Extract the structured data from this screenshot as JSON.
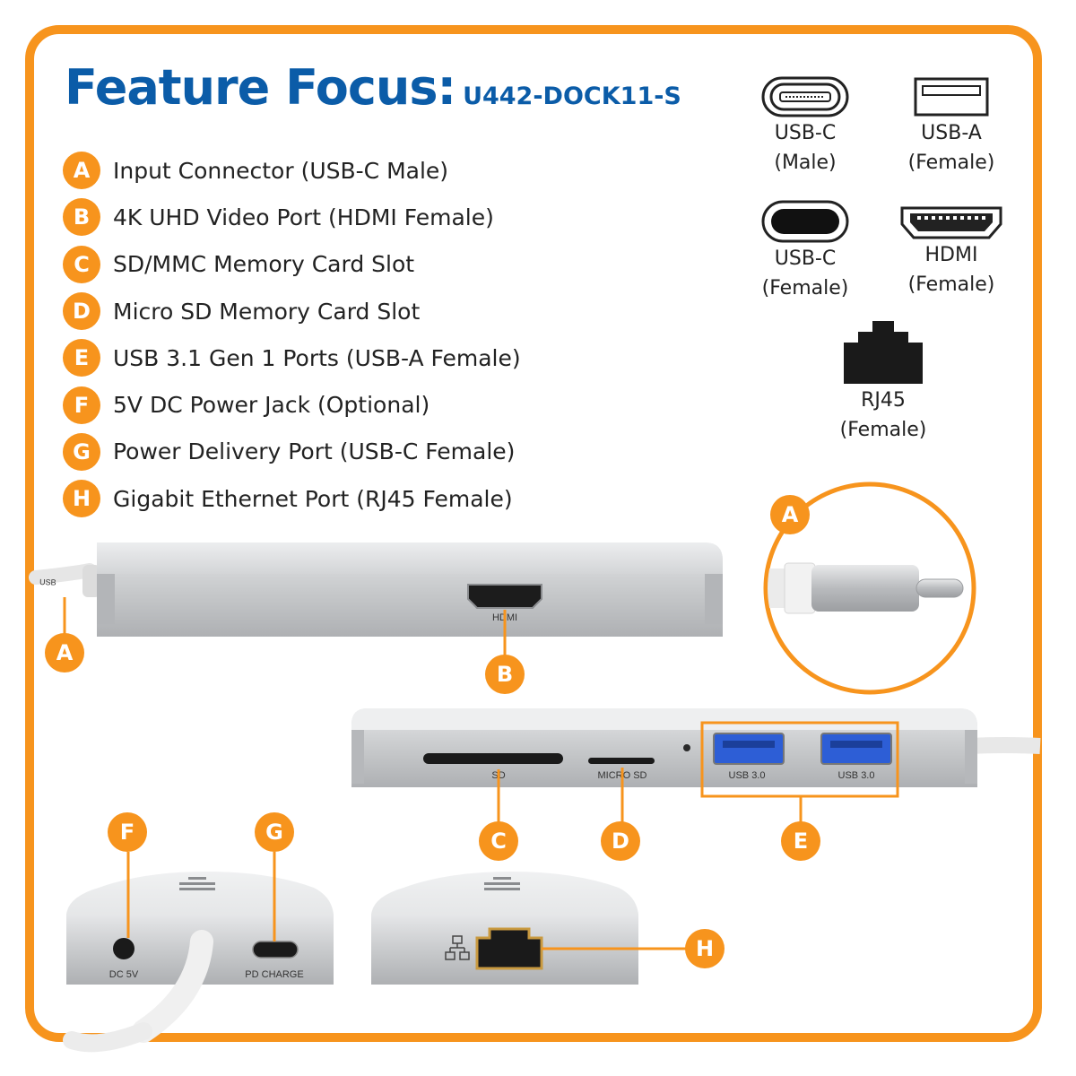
{
  "title": {
    "main": "Feature Focus:",
    "model": "U442-DOCK11-S"
  },
  "features": [
    {
      "letter": "A",
      "text": "Input Connector (USB-C Male)"
    },
    {
      "letter": "B",
      "text": "4K UHD Video Port (HDMI Female)"
    },
    {
      "letter": "C",
      "text": "SD/MMC Memory Card Slot"
    },
    {
      "letter": "D",
      "text": "Micro SD Memory Card Slot"
    },
    {
      "letter": "E",
      "text": "USB 3.1 Gen 1 Ports (USB-A Female)"
    },
    {
      "letter": "F",
      "text": "5V DC Power Jack (Optional)"
    },
    {
      "letter": "G",
      "text": "Power Delivery Port (USB-C Female)"
    },
    {
      "letter": "H",
      "text": "Gigabit Ethernet Port (RJ45 Female)"
    }
  ],
  "connectors": {
    "usbc_male": {
      "line1": "USB-C",
      "line2": "(Male)",
      "icon": "usb-c-icon"
    },
    "usba_female": {
      "line1": "USB-A",
      "line2": "(Female)",
      "icon": "usb-a-icon"
    },
    "usbc_female": {
      "line1": "USB-C",
      "line2": "(Female)",
      "icon": "usb-c-icon"
    },
    "hdmi_female": {
      "line1": "HDMI",
      "line2": "(Female)",
      "icon": "hdmi-icon"
    },
    "rj45_female": {
      "line1": "RJ45",
      "line2": "(Female)",
      "icon": "rj45-icon"
    }
  },
  "port_labels": {
    "hdmi": "HDMI",
    "sd": "SD",
    "micro_sd": "MICRO SD",
    "usb1": "USB 3.0",
    "usb2": "USB 3.0",
    "dc": "DC 5V",
    "pd": "PD CHARGE",
    "cable": "USB"
  },
  "callouts": {
    "a1": "A",
    "a2": "A",
    "b": "B",
    "c": "C",
    "d": "D",
    "e": "E",
    "f": "F",
    "g": "G",
    "h": "H"
  },
  "colors": {
    "accent": "#f7941d",
    "title": "#0b5ca8",
    "device": "#c9cbcd"
  }
}
